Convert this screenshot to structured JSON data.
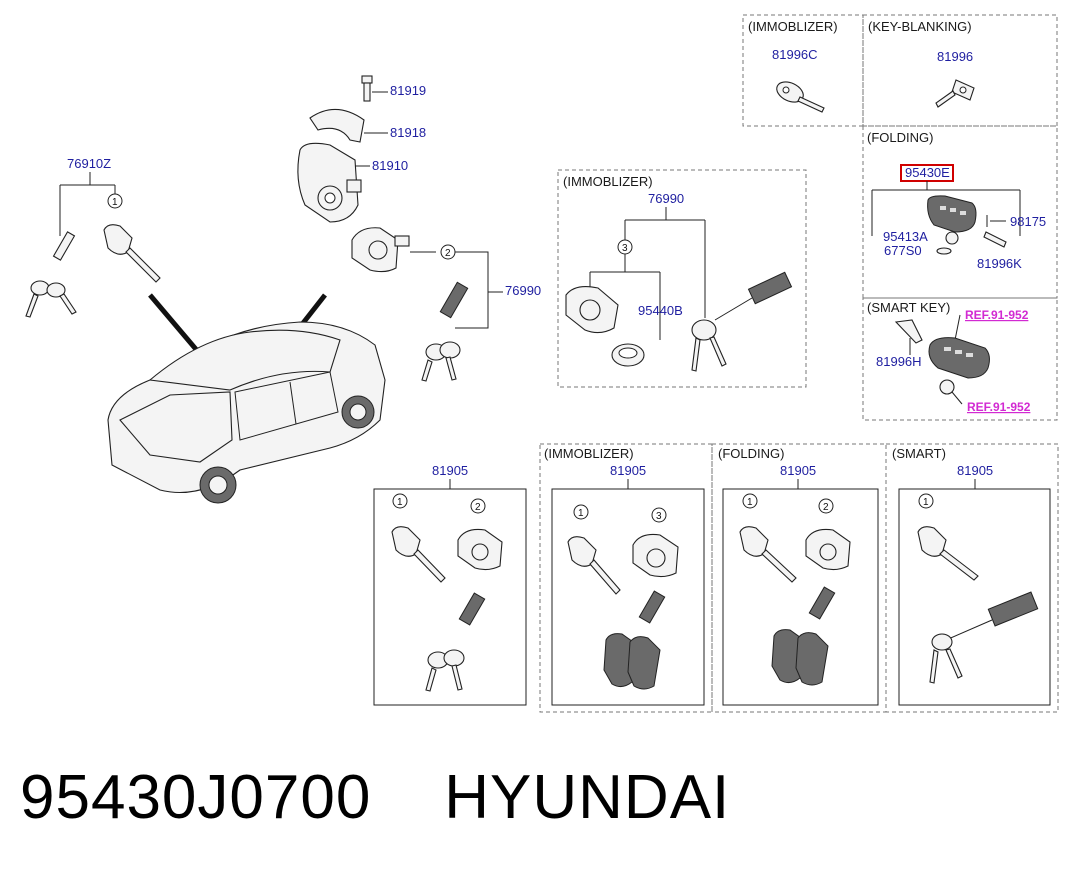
{
  "sections": {
    "immobilizer_top": "(IMMOBLIZER)",
    "key_blanking": "(KEY-BLANKING)",
    "folding": "(FOLDING)",
    "immobilizer_mid": "(IMMOBLIZER)",
    "smart_key": "(SMART KEY)",
    "immobilizer_bottom": "(IMMOBLIZER)",
    "folding_bottom": "(FOLDING)",
    "smart_bottom": "(SMART)"
  },
  "parts": {
    "p81996C": "81996C",
    "p81996": "81996",
    "p95430E": "95430E",
    "p98175": "98175",
    "p95413A": "95413A",
    "p677S0": "677S0",
    "p81996K": "81996K",
    "p81996H": "81996H",
    "p81919": "81919",
    "p81918": "81918",
    "p81910": "81910",
    "p76910Z": "76910Z",
    "p76990_mid": "76990",
    "p76990_box": "76990",
    "p95440B": "95440B",
    "p81905_a": "81905",
    "p81905_b": "81905",
    "p81905_c": "81905",
    "p81905_d": "81905"
  },
  "refs": {
    "ref1": "REF.91-952",
    "ref2": "REF.91-952"
  },
  "callouts": {
    "c1": "1",
    "c2": "2",
    "c3": "3"
  },
  "footer": {
    "part_number": "95430J0700",
    "brand": "HYUNDAI"
  },
  "colors": {
    "label": "#1f1fa0",
    "ref": "#d22ad2",
    "highlight_box": "#d00000"
  }
}
